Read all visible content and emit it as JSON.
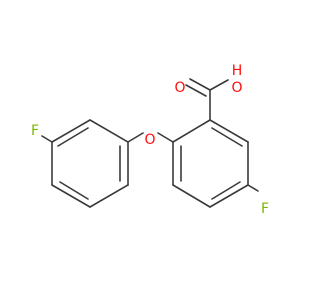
{
  "molecule": {
    "atoms": {
      "o_carbonyl": {
        "symbol": "O",
        "color": "#ff0d0d"
      },
      "o_hydroxyl": {
        "symbol": "O",
        "color": "#ff0d0d"
      },
      "h_hydroxyl": {
        "symbol": "H",
        "color": "#ff0d0d"
      },
      "o_ether": {
        "symbol": "O",
        "color": "#ff0d0d"
      },
      "f_left": {
        "symbol": "F",
        "color": "#7ab800"
      },
      "f_right": {
        "symbol": "F",
        "color": "#7ab800"
      }
    },
    "bond_color": "#3a3a3a"
  }
}
